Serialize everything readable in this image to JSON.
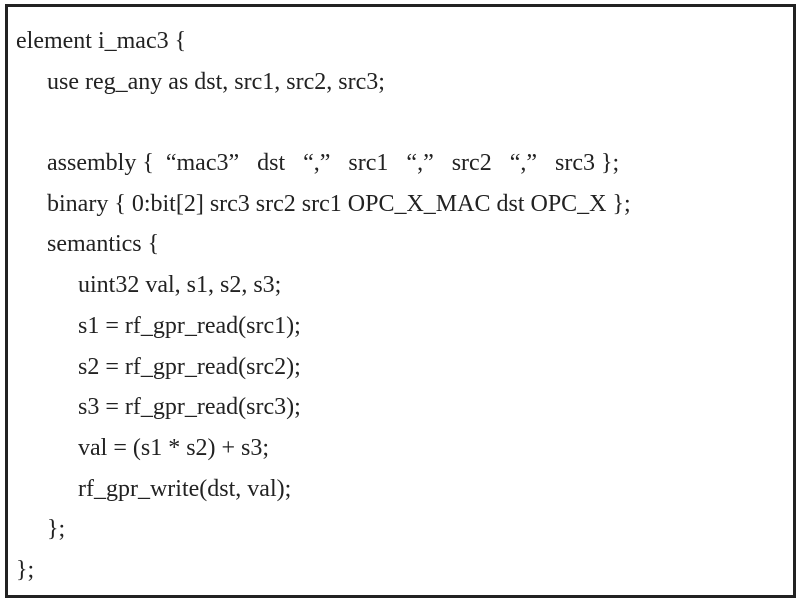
{
  "code": {
    "lines": [
      {
        "indent": 0,
        "text": "element i_mac3 {"
      },
      {
        "indent": 1,
        "text": "use reg_any as dst, src1, src2, src3;"
      },
      {
        "indent": 0,
        "text": ""
      },
      {
        "indent": 1,
        "text": "assembly {  “mac3”   dst   “,”   src1   “,”   src2   “,”   src3 };"
      },
      {
        "indent": 1,
        "text": "binary { 0:bit[2] src3 src2 src1 OPC_X_MAC dst OPC_X };"
      },
      {
        "indent": 1,
        "text": "semantics {"
      },
      {
        "indent": 2,
        "text": "uint32 val, s1, s2, s3;"
      },
      {
        "indent": 2,
        "text": "s1 = rf_gpr_read(src1);"
      },
      {
        "indent": 2,
        "text": "s2 = rf_gpr_read(src2);"
      },
      {
        "indent": 2,
        "text": "s3 = rf_gpr_read(src3);"
      },
      {
        "indent": 2,
        "text": "val = (s1 * s2) + s3;"
      },
      {
        "indent": 2,
        "text": "rf_gpr_write(dst, val);"
      },
      {
        "indent": 1,
        "text": "};"
      },
      {
        "indent": 0,
        "text": "};"
      }
    ]
  }
}
